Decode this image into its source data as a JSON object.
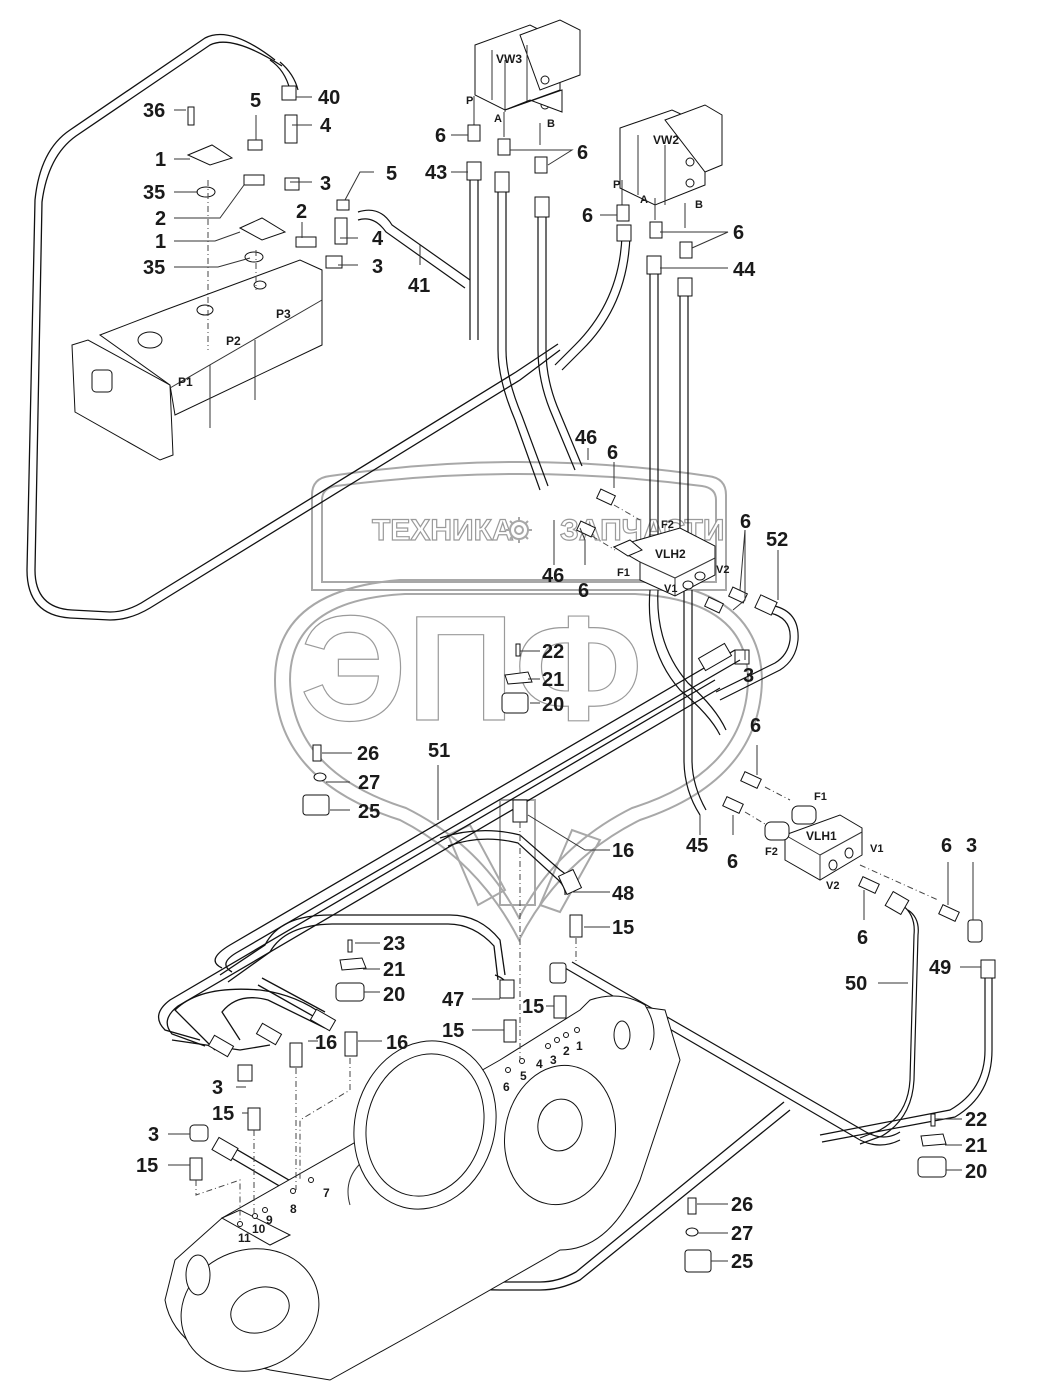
{
  "diagram": {
    "title": "Hydraulic pump, control valves and piping – exploded parts view",
    "watermark": {
      "top_left_text": "ТЕХНИКА",
      "top_right_text": "ЗАПЧАСТИ",
      "logo_letters": "ЭПФ",
      "gear_icon": "gear-icon"
    },
    "components": {
      "pump_sections": [
        "P1",
        "P2",
        "P3"
      ],
      "valve_vw3": {
        "label": "VW3",
        "ports": [
          "P",
          "A",
          "B"
        ]
      },
      "valve_vw2": {
        "label": "VW2",
        "ports": [
          "P",
          "A",
          "B"
        ]
      },
      "block_vlh2": {
        "label": "VLH2",
        "ports": [
          "F1",
          "F2",
          "V1",
          "V2"
        ]
      },
      "block_vlh1": {
        "label": "VLH1",
        "ports": [
          "F1",
          "F2",
          "V1",
          "V2"
        ]
      }
    },
    "frame_hole_numbers": [
      "1",
      "2",
      "3",
      "4",
      "5",
      "6",
      "7",
      "8",
      "9",
      "10",
      "11"
    ],
    "callouts": {
      "c36": "36",
      "c1a": "1",
      "c35a": "35",
      "c2a": "2",
      "c1b": "1",
      "c35b": "35",
      "c5a": "5",
      "c40": "40",
      "c4a": "4",
      "c3a": "3",
      "c5b": "5",
      "c2b": "2",
      "c4b": "4",
      "c3b": "3",
      "c41": "41",
      "c6_vw3p": "6",
      "c43": "43",
      "c6_vw3ab": "6",
      "c6_vw2p": "6",
      "c6_vw2ab": "6",
      "c44": "44",
      "c46a": "46",
      "c6_vlh2a": "6",
      "c46b": "46",
      "c6_vlh2b": "6",
      "c6_vlh2c": "6",
      "c52": "52",
      "c3c": "3",
      "c22a": "22",
      "c21a": "21",
      "c20a": "20",
      "c26a": "26",
      "c51": "51",
      "c27a": "27",
      "c25a": "25",
      "c6_vlh1a": "6",
      "c45": "45",
      "c6_vlh1b": "6",
      "c16a": "16",
      "c48": "48",
      "c15a": "15",
      "c6_vlh1c": "6",
      "c3d": "3",
      "c6_vlh1d": "6",
      "c23": "23",
      "c21b": "21",
      "c20b": "20",
      "c47": "47",
      "c15b": "15",
      "c15c": "15",
      "c50": "50",
      "c49": "49",
      "c16b": "16",
      "c16c": "16",
      "c3e": "3",
      "c15d": "15",
      "c3f": "3",
      "c15e": "15",
      "c22b": "22",
      "c21c": "21",
      "c20c": "20",
      "c26b": "26",
      "c27b": "27",
      "c25b": "25"
    }
  }
}
